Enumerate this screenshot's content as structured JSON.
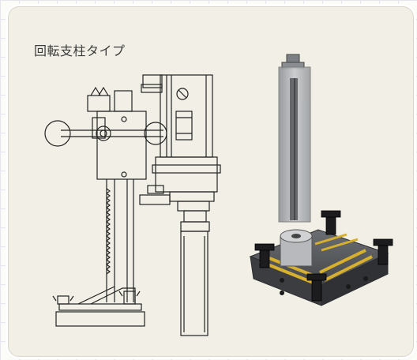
{
  "panel": {
    "title": "回転支柱タイプ"
  },
  "colors": {
    "panel_bg": "#f1efe6",
    "line": "#222222",
    "column_glass": "#a9acb0",
    "base_dark": "#3b3d40",
    "accent_yellow": "#d8b02f"
  },
  "icons": {
    "left": "core-drill-stand-line-drawing",
    "right": "rotating-column-base-render"
  }
}
